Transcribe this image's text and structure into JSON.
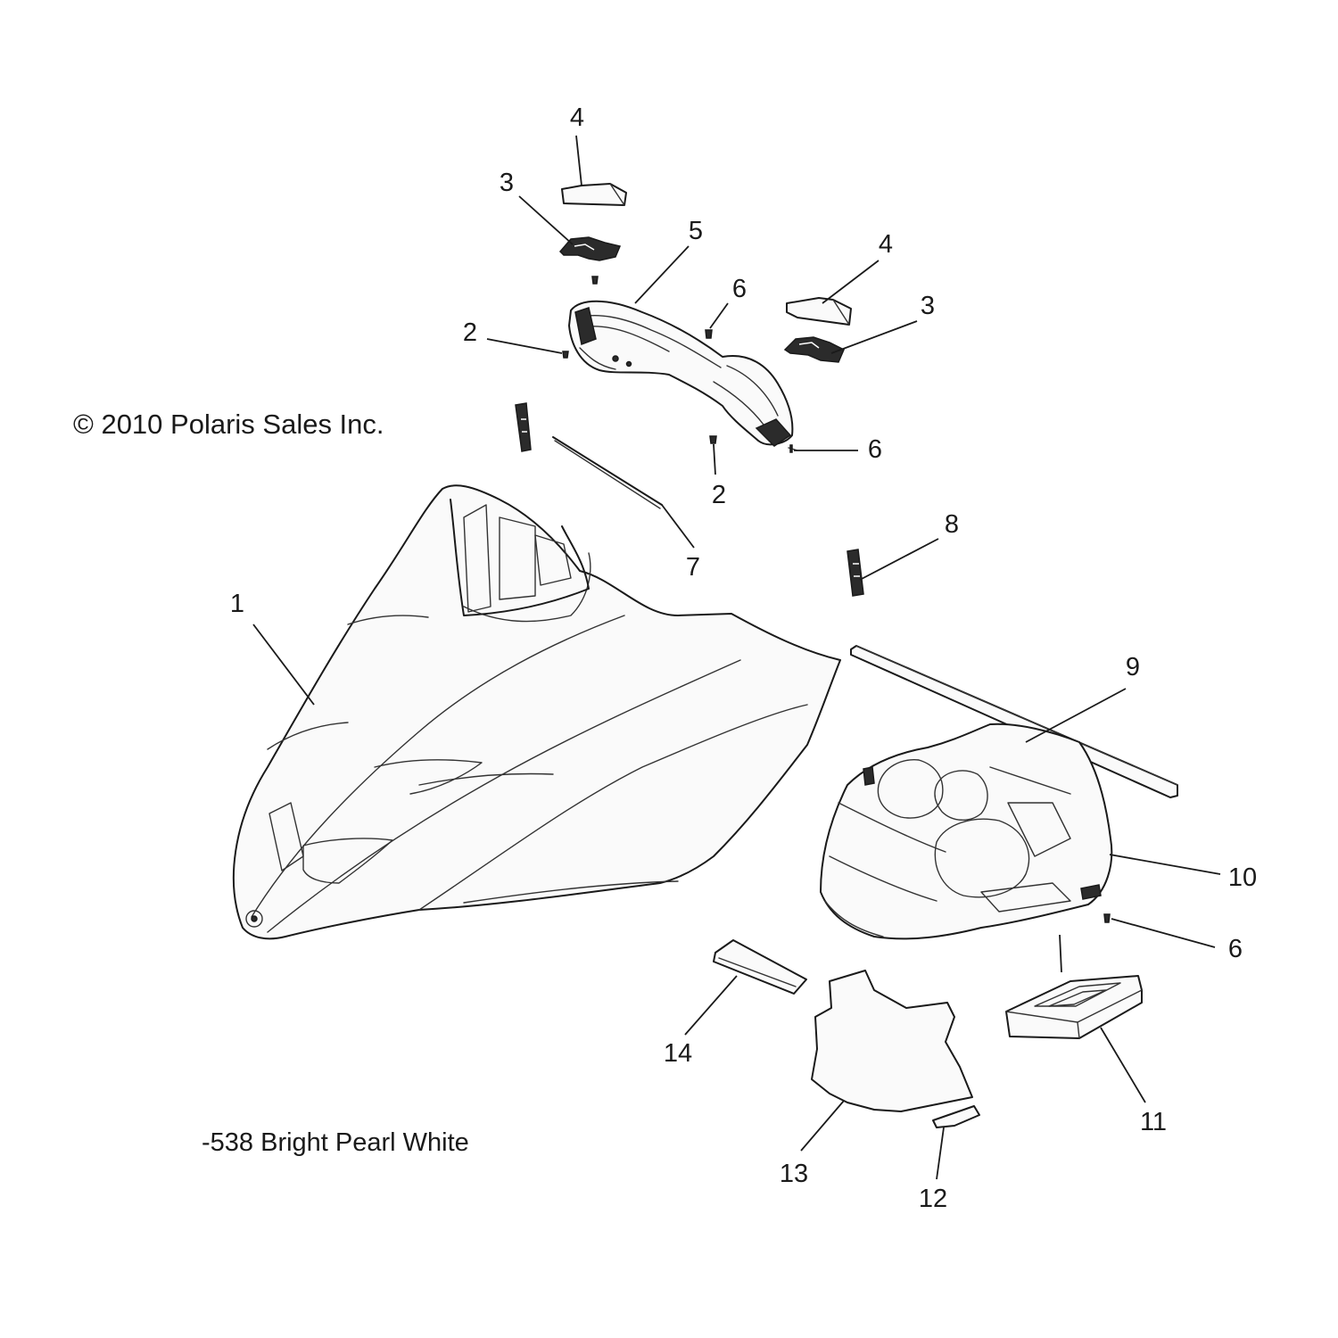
{
  "copyright": "© 2010 Polaris Sales Inc.",
  "color_note": "-538  Bright Pearl White",
  "callouts": [
    "1",
    "2",
    "3",
    "4",
    "5",
    "6",
    "7",
    "8",
    "9",
    "10",
    "11",
    "12",
    "13",
    "14"
  ]
}
